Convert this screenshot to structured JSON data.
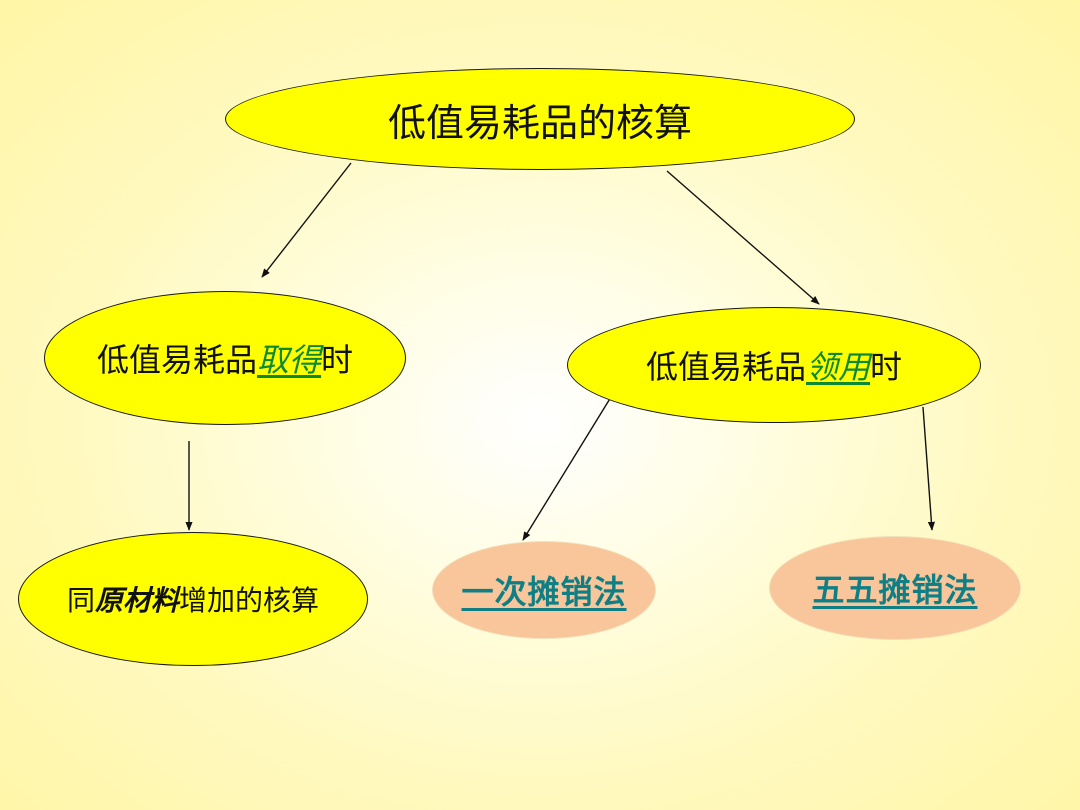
{
  "nodes": {
    "root": {
      "text": "低值易耗品的核算"
    },
    "acquire": {
      "prefix": "低值易耗品",
      "link": "取得",
      "suffix": "时"
    },
    "use": {
      "prefix": "低值易耗品",
      "link": "领用",
      "suffix": "时"
    },
    "same": {
      "prefix": "同",
      "emphasis": "原材料",
      "suffix": "增加的核算"
    },
    "one_time": {
      "text": "一次摊销法"
    },
    "fifty_fifty": {
      "text": "五五摊销法"
    }
  },
  "colors": {
    "node_fill": "#ffff00",
    "method_fill": "#f9c59a",
    "link_green": "#0b8a33",
    "link_teal": "#0f7f85"
  }
}
